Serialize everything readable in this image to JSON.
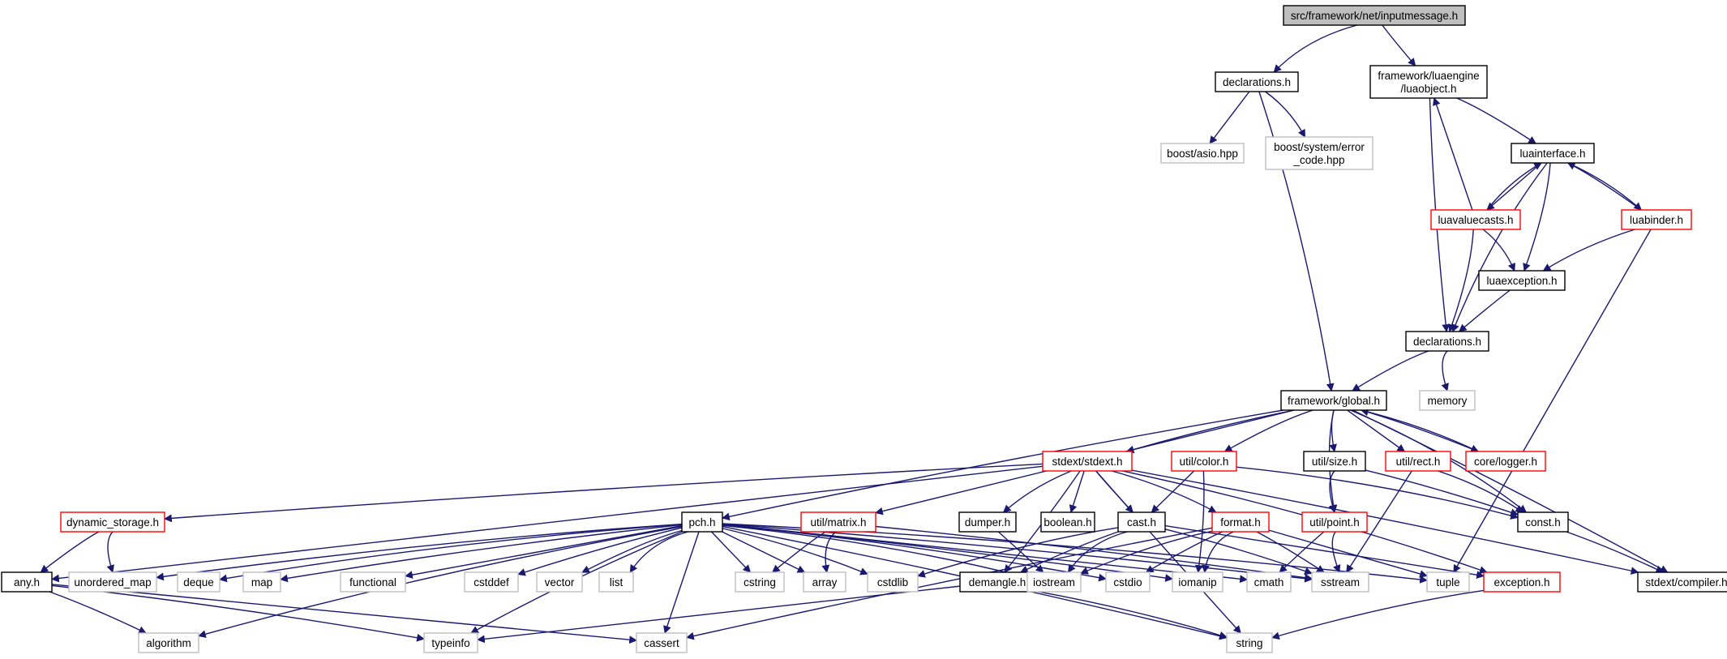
{
  "title": "src/framework/net/inputmessage.h",
  "colors": {
    "edge": "#191970",
    "box_normal": "#000000",
    "box_incomplete": "#ff0000",
    "box_system": "#bfbfbf",
    "root_fill": "#bfbfbf"
  },
  "nodes": [
    {
      "id": "root",
      "lines": [
        "src/framework/net/inputmessage.h"
      ],
      "kind": "root"
    },
    {
      "id": "decl_net",
      "lines": [
        "declarations.h"
      ],
      "kind": "normal"
    },
    {
      "id": "luaobject",
      "lines": [
        "framework/luaengine",
        "/luaobject.h"
      ],
      "kind": "normal"
    },
    {
      "id": "boost_asio",
      "lines": [
        "boost/asio.hpp"
      ],
      "kind": "system"
    },
    {
      "id": "boost_err",
      "lines": [
        "boost/system/error",
        "_code.hpp"
      ],
      "kind": "system"
    },
    {
      "id": "luainterface",
      "lines": [
        "luainterface.h"
      ],
      "kind": "normal"
    },
    {
      "id": "luavaluecasts",
      "lines": [
        "luavaluecasts.h"
      ],
      "kind": "incomplete"
    },
    {
      "id": "luabinder",
      "lines": [
        "luabinder.h"
      ],
      "kind": "incomplete"
    },
    {
      "id": "luaexception",
      "lines": [
        "luaexception.h"
      ],
      "kind": "normal"
    },
    {
      "id": "decl_lua",
      "lines": [
        "declarations.h"
      ],
      "kind": "normal"
    },
    {
      "id": "memory",
      "lines": [
        "memory"
      ],
      "kind": "system"
    },
    {
      "id": "global",
      "lines": [
        "framework/global.h"
      ],
      "kind": "normal"
    },
    {
      "id": "stdext",
      "lines": [
        "stdext/stdext.h"
      ],
      "kind": "incomplete"
    },
    {
      "id": "color",
      "lines": [
        "util/color.h"
      ],
      "kind": "incomplete"
    },
    {
      "id": "size",
      "lines": [
        "util/size.h"
      ],
      "kind": "normal"
    },
    {
      "id": "rect",
      "lines": [
        "util/rect.h"
      ],
      "kind": "incomplete"
    },
    {
      "id": "logger",
      "lines": [
        "core/logger.h"
      ],
      "kind": "incomplete"
    },
    {
      "id": "dynstorage",
      "lines": [
        "dynamic_storage.h"
      ],
      "kind": "incomplete"
    },
    {
      "id": "pch",
      "lines": [
        "pch.h"
      ],
      "kind": "normal"
    },
    {
      "id": "matrix",
      "lines": [
        "util/matrix.h"
      ],
      "kind": "incomplete"
    },
    {
      "id": "dumper",
      "lines": [
        "dumper.h"
      ],
      "kind": "normal"
    },
    {
      "id": "boolean",
      "lines": [
        "boolean.h"
      ],
      "kind": "normal"
    },
    {
      "id": "cast",
      "lines": [
        "cast.h"
      ],
      "kind": "normal"
    },
    {
      "id": "format",
      "lines": [
        "format.h"
      ],
      "kind": "incomplete"
    },
    {
      "id": "point",
      "lines": [
        "util/point.h"
      ],
      "kind": "incomplete"
    },
    {
      "id": "const",
      "lines": [
        "const.h"
      ],
      "kind": "normal"
    },
    {
      "id": "any",
      "lines": [
        "any.h"
      ],
      "kind": "normal"
    },
    {
      "id": "unordered_map",
      "lines": [
        "unordered_map"
      ],
      "kind": "system"
    },
    {
      "id": "deque",
      "lines": [
        "deque"
      ],
      "kind": "system"
    },
    {
      "id": "map",
      "lines": [
        "map"
      ],
      "kind": "system"
    },
    {
      "id": "functional",
      "lines": [
        "functional"
      ],
      "kind": "system"
    },
    {
      "id": "cstddef",
      "lines": [
        "cstddef"
      ],
      "kind": "system"
    },
    {
      "id": "vector",
      "lines": [
        "vector"
      ],
      "kind": "system"
    },
    {
      "id": "list",
      "lines": [
        "list"
      ],
      "kind": "system"
    },
    {
      "id": "cstring",
      "lines": [
        "cstring"
      ],
      "kind": "system"
    },
    {
      "id": "array",
      "lines": [
        "array"
      ],
      "kind": "system"
    },
    {
      "id": "cstdlib",
      "lines": [
        "cstdlib"
      ],
      "kind": "system"
    },
    {
      "id": "demangle",
      "lines": [
        "demangle.h"
      ],
      "kind": "normal"
    },
    {
      "id": "iostream",
      "lines": [
        "iostream"
      ],
      "kind": "system"
    },
    {
      "id": "cstdio",
      "lines": [
        "cstdio"
      ],
      "kind": "system"
    },
    {
      "id": "iomanip",
      "lines": [
        "iomanip"
      ],
      "kind": "system"
    },
    {
      "id": "cmath",
      "lines": [
        "cmath"
      ],
      "kind": "system"
    },
    {
      "id": "sstream",
      "lines": [
        "sstream"
      ],
      "kind": "system"
    },
    {
      "id": "tuple",
      "lines": [
        "tuple"
      ],
      "kind": "system"
    },
    {
      "id": "exception",
      "lines": [
        "exception.h"
      ],
      "kind": "incomplete"
    },
    {
      "id": "compiler",
      "lines": [
        "stdext/compiler.h"
      ],
      "kind": "normal"
    },
    {
      "id": "algorithm",
      "lines": [
        "algorithm"
      ],
      "kind": "system"
    },
    {
      "id": "typeinfo",
      "lines": [
        "typeinfo"
      ],
      "kind": "system"
    },
    {
      "id": "cassert",
      "lines": [
        "cassert"
      ],
      "kind": "system"
    },
    {
      "id": "string",
      "lines": [
        "string"
      ],
      "kind": "system"
    }
  ],
  "edges": [
    [
      "root",
      "decl_net"
    ],
    [
      "root",
      "luaobject"
    ],
    [
      "decl_net",
      "boost_asio"
    ],
    [
      "decl_net",
      "boost_err"
    ],
    [
      "decl_net",
      "global"
    ],
    [
      "luaobject",
      "luainterface"
    ],
    [
      "luaobject",
      "decl_lua"
    ],
    [
      "luainterface",
      "luavaluecasts"
    ],
    [
      "luainterface",
      "luabinder"
    ],
    [
      "luainterface",
      "luaexception"
    ],
    [
      "luainterface",
      "decl_lua"
    ],
    [
      "luavaluecasts",
      "luainterface"
    ],
    [
      "luavaluecasts",
      "luaobject"
    ],
    [
      "luavaluecasts",
      "luaexception"
    ],
    [
      "luavaluecasts",
      "decl_lua"
    ],
    [
      "luabinder",
      "luainterface"
    ],
    [
      "luabinder",
      "luaexception"
    ],
    [
      "luabinder",
      "tuple"
    ],
    [
      "luaexception",
      "decl_lua"
    ],
    [
      "decl_lua",
      "global"
    ],
    [
      "decl_lua",
      "memory"
    ],
    [
      "global",
      "pch"
    ],
    [
      "global",
      "matrix"
    ],
    [
      "global",
      "stdext"
    ],
    [
      "global",
      "color"
    ],
    [
      "global",
      "point"
    ],
    [
      "global",
      "size"
    ],
    [
      "global",
      "rect"
    ],
    [
      "global",
      "logger"
    ],
    [
      "global",
      "const"
    ],
    [
      "global",
      "compiler"
    ],
    [
      "logger",
      "global"
    ],
    [
      "stdext",
      "any"
    ],
    [
      "stdext",
      "dynstorage"
    ],
    [
      "stdext",
      "demangle"
    ],
    [
      "stdext",
      "cast"
    ],
    [
      "stdext",
      "dumper"
    ],
    [
      "stdext",
      "boolean"
    ],
    [
      "stdext",
      "format"
    ],
    [
      "stdext",
      "exception"
    ],
    [
      "stdext",
      "string"
    ],
    [
      "stdext",
      "compiler"
    ],
    [
      "color",
      "cast"
    ],
    [
      "color",
      "iomanip"
    ],
    [
      "color",
      "const"
    ],
    [
      "size",
      "point"
    ],
    [
      "size",
      "const"
    ],
    [
      "rect",
      "sstream"
    ],
    [
      "rect",
      "const"
    ],
    [
      "dynstorage",
      "any"
    ],
    [
      "dynstorage",
      "unordered_map"
    ],
    [
      "any",
      "algorithm"
    ],
    [
      "any",
      "cassert"
    ],
    [
      "any",
      "typeinfo"
    ],
    [
      "pch",
      "unordered_map"
    ],
    [
      "pch",
      "deque"
    ],
    [
      "pch",
      "map"
    ],
    [
      "pch",
      "functional"
    ],
    [
      "pch",
      "cstddef"
    ],
    [
      "pch",
      "vector"
    ],
    [
      "pch",
      "list"
    ],
    [
      "pch",
      "cstring"
    ],
    [
      "pch",
      "array"
    ],
    [
      "pch",
      "cstdlib"
    ],
    [
      "pch",
      "iostream"
    ],
    [
      "pch",
      "cstdio"
    ],
    [
      "pch",
      "iomanip"
    ],
    [
      "pch",
      "cmath"
    ],
    [
      "pch",
      "sstream"
    ],
    [
      "pch",
      "tuple"
    ],
    [
      "pch",
      "algorithm"
    ],
    [
      "pch",
      "typeinfo"
    ],
    [
      "pch",
      "cassert"
    ],
    [
      "pch",
      "string"
    ],
    [
      "matrix",
      "cstring"
    ],
    [
      "matrix",
      "array"
    ],
    [
      "matrix",
      "sstream"
    ],
    [
      "dumper",
      "iostream"
    ],
    [
      "cast",
      "demangle"
    ],
    [
      "cast",
      "cstdlib"
    ],
    [
      "cast",
      "iostream"
    ],
    [
      "cast",
      "sstream"
    ],
    [
      "cast",
      "exception"
    ],
    [
      "format",
      "cstdio"
    ],
    [
      "format",
      "iostream"
    ],
    [
      "format",
      "iomanip"
    ],
    [
      "format",
      "sstream"
    ],
    [
      "format",
      "tuple"
    ],
    [
      "format",
      "cassert"
    ],
    [
      "point",
      "cmath"
    ],
    [
      "point",
      "sstream"
    ],
    [
      "const",
      "compiler"
    ],
    [
      "demangle",
      "typeinfo"
    ],
    [
      "demangle",
      "string"
    ],
    [
      "exception",
      "string"
    ]
  ]
}
